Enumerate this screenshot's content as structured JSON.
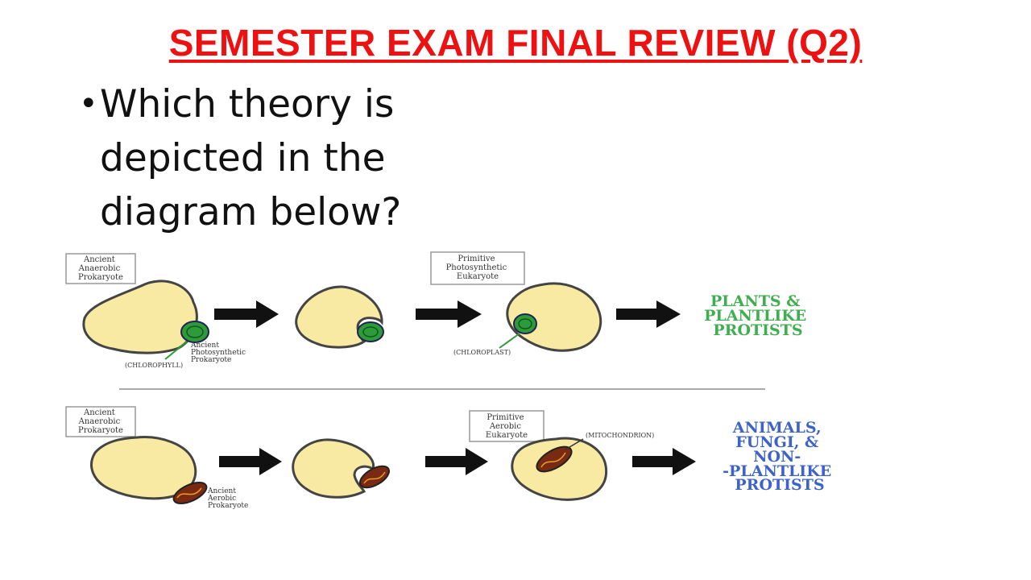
{
  "slide": {
    "title": "SEMESTER EXAM FINAL REVIEW (Q2)",
    "bullet": "•",
    "question": "Which theory is depicted in the diagram below?"
  },
  "diagram": {
    "row1": {
      "box1": [
        "Ancient",
        "Anaerobic",
        "Prokaryote"
      ],
      "box2": [
        "Primitive",
        "Photosynthetic",
        "Eukaryote"
      ],
      "small_cell_label": [
        "Ancient",
        "Photosynthetic",
        "Prokaryote"
      ],
      "chlorophyll": "(CHLOROPHYLL)",
      "chloroplast": "(CHLOROPLAST)",
      "result": [
        "PLANTS &",
        "PLANTLIKE",
        "PROTISTS"
      ]
    },
    "row2": {
      "box1": [
        "Ancient",
        "Anaerobic",
        "Prokaryote"
      ],
      "box2": [
        "Primitive",
        "Aerobic",
        "Eukaryote"
      ],
      "small_cell_label": [
        "Ancient",
        "Aerobic",
        "Prokaryote"
      ],
      "mitochondrion": "(MITOCHONDRION)",
      "result": [
        "ANIMALS,",
        "FUNGI, &",
        "NON-",
        "-PLANTLIKE",
        "PROTISTS"
      ]
    },
    "colors": {
      "title": "#ee1111",
      "cell_fill": "#f8e9a3",
      "chloroplast": "#2e9b3a",
      "mitochondrion": "#7a2a12",
      "plants_text": "#3fae4e",
      "animals_text": "#3d62c9"
    }
  }
}
